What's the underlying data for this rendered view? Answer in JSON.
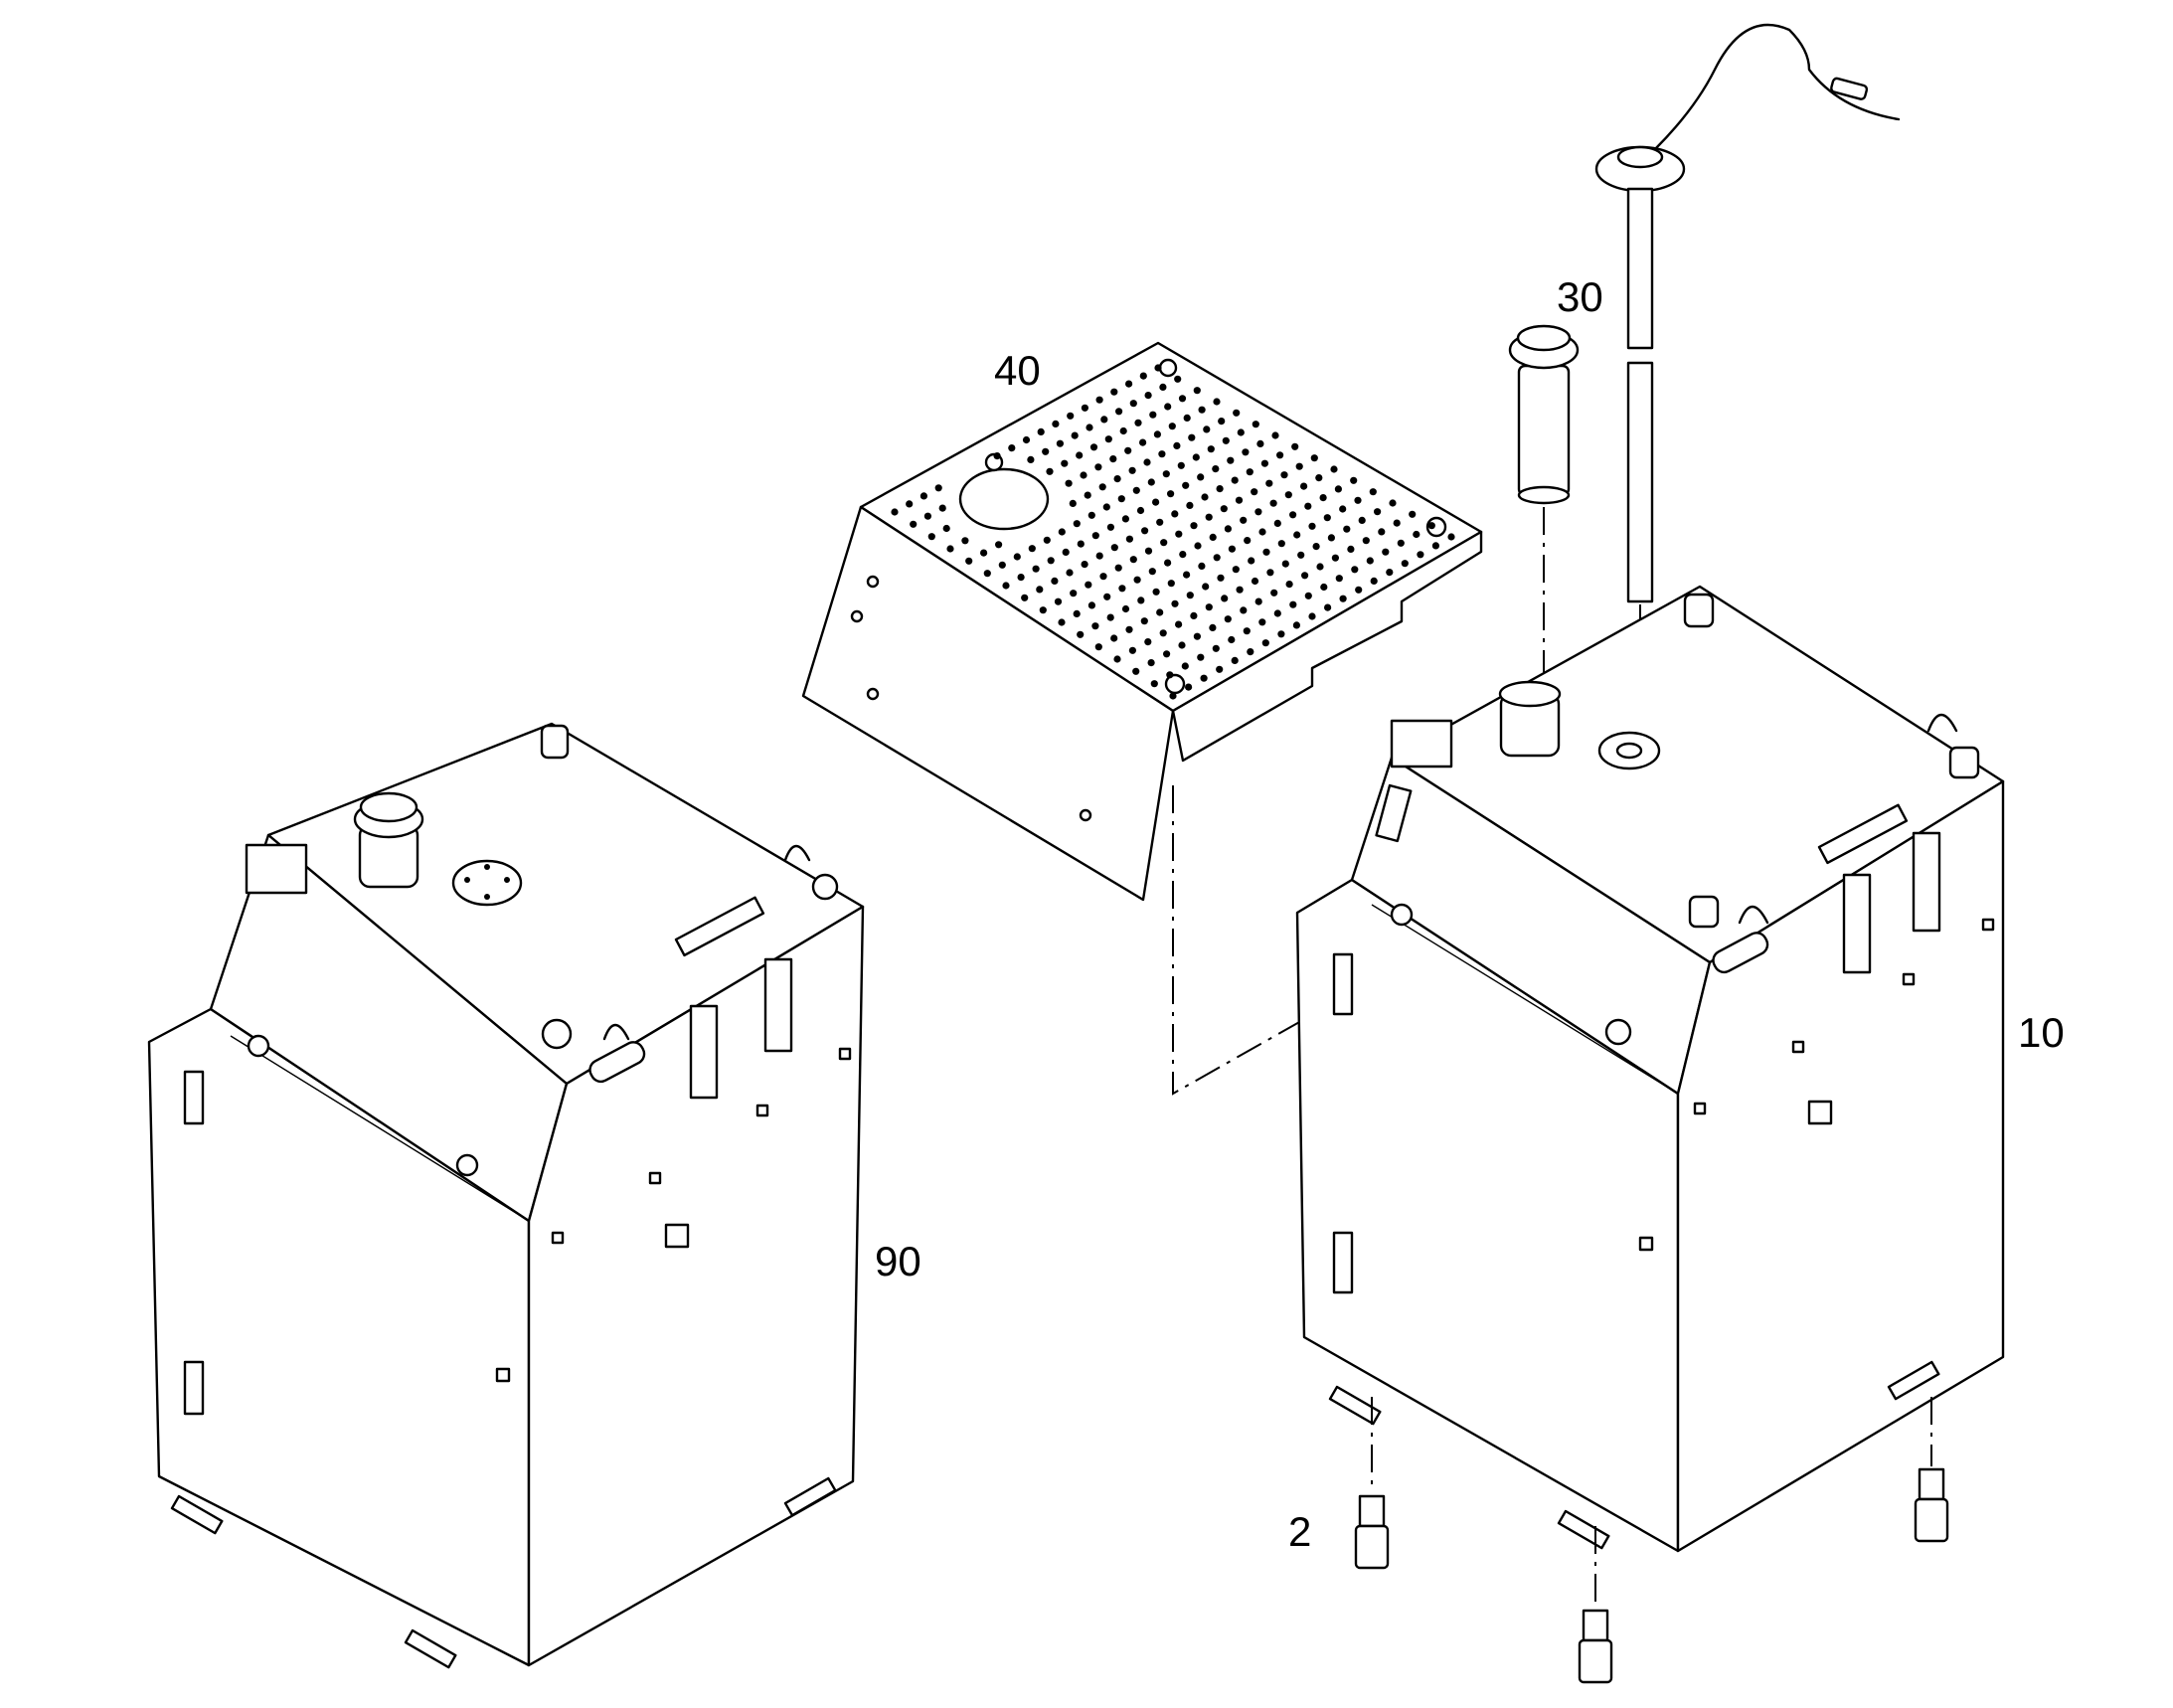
{
  "callouts": {
    "tank_assembly_left": "90",
    "cover_plate": "40",
    "filler_neck": "30",
    "tank_assembly_right": "10",
    "mounting_stud": "2"
  }
}
